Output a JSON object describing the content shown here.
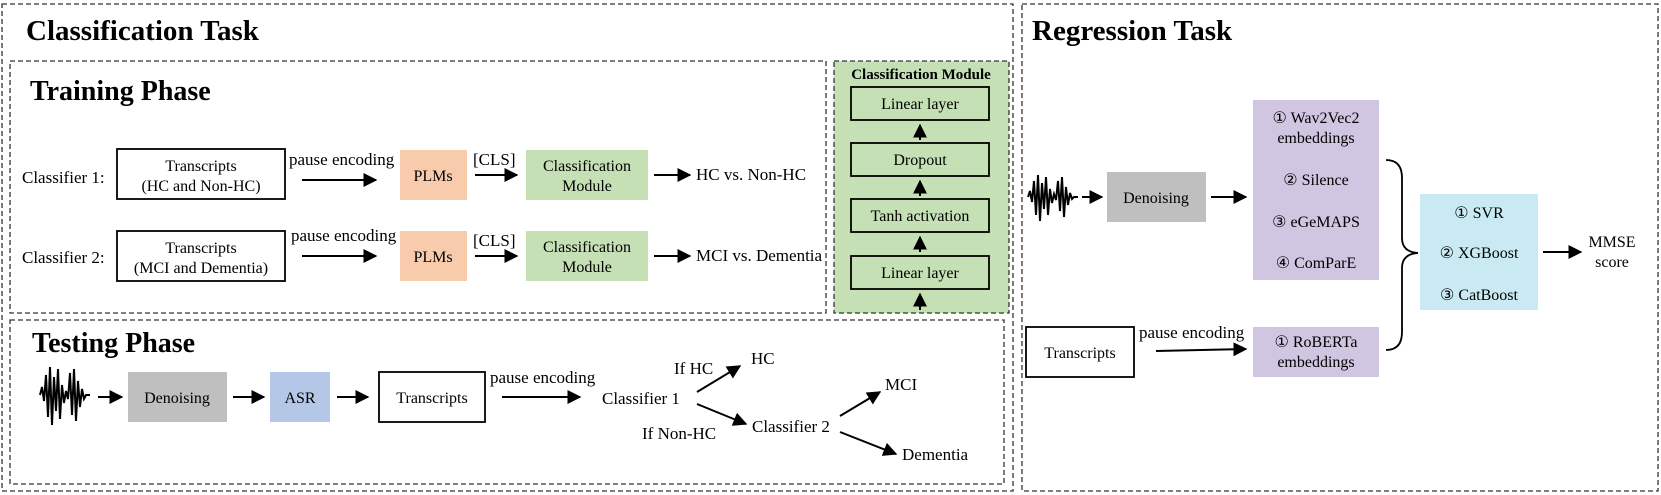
{
  "classification": {
    "title": "Classification Task",
    "training": {
      "title": "Training Phase",
      "rows": [
        {
          "classifier": "Classifier 1:",
          "transcripts": [
            "Transcripts",
            "(HC and Non-HC)"
          ],
          "pause": "pause encoding",
          "plm": "PLMs",
          "cls": "[CLS]",
          "module": [
            "Classification",
            "Module"
          ],
          "result": "HC vs. Non-HC"
        },
        {
          "classifier": "Classifier 2:",
          "transcripts": [
            "Transcripts",
            "(MCI and Dementia)"
          ],
          "pause": "pause encoding",
          "plm": "PLMs",
          "cls": "[CLS]",
          "module": [
            "Classification",
            "Module"
          ],
          "result": "MCI vs. Dementia"
        }
      ]
    },
    "module_panel": {
      "title": "Classification Module",
      "layers": [
        "Linear layer",
        "Dropout",
        "Tanh activation",
        "Linear layer"
      ]
    },
    "testing": {
      "title": "Testing Phase",
      "denoising": "Denoising",
      "asr": "ASR",
      "transcripts": "Transcripts",
      "pause": "pause encoding",
      "classifier1": "Classifier 1",
      "if_hc": "If  HC",
      "hc": "HC",
      "if_nonhc": "If  Non-HC",
      "classifier2": "Classifier 2",
      "mci": "MCI",
      "dementia": "Dementia"
    }
  },
  "regression": {
    "title": "Regression Task",
    "denoising": "Denoising",
    "features": [
      "① Wav2Vec2",
      "embeddings",
      "② Silence",
      "③ eGeMAPS",
      "④ ComParE"
    ],
    "transcripts": "Transcripts",
    "pause": "pause encoding",
    "roberta": [
      "① RoBERTa",
      "embeddings"
    ],
    "models": [
      "① SVR",
      "② XGBoost",
      "③ CatBoost"
    ],
    "output": [
      "MMSE",
      "score"
    ]
  },
  "colors": {
    "plm": "#f8cbad",
    "module": "#c5e0b4",
    "module_panel": "#c5e0b4",
    "denoising": "#bfbfbf",
    "asr": "#b4c7e7",
    "features": "#d0c6e2",
    "models": "#c9eaf2"
  }
}
